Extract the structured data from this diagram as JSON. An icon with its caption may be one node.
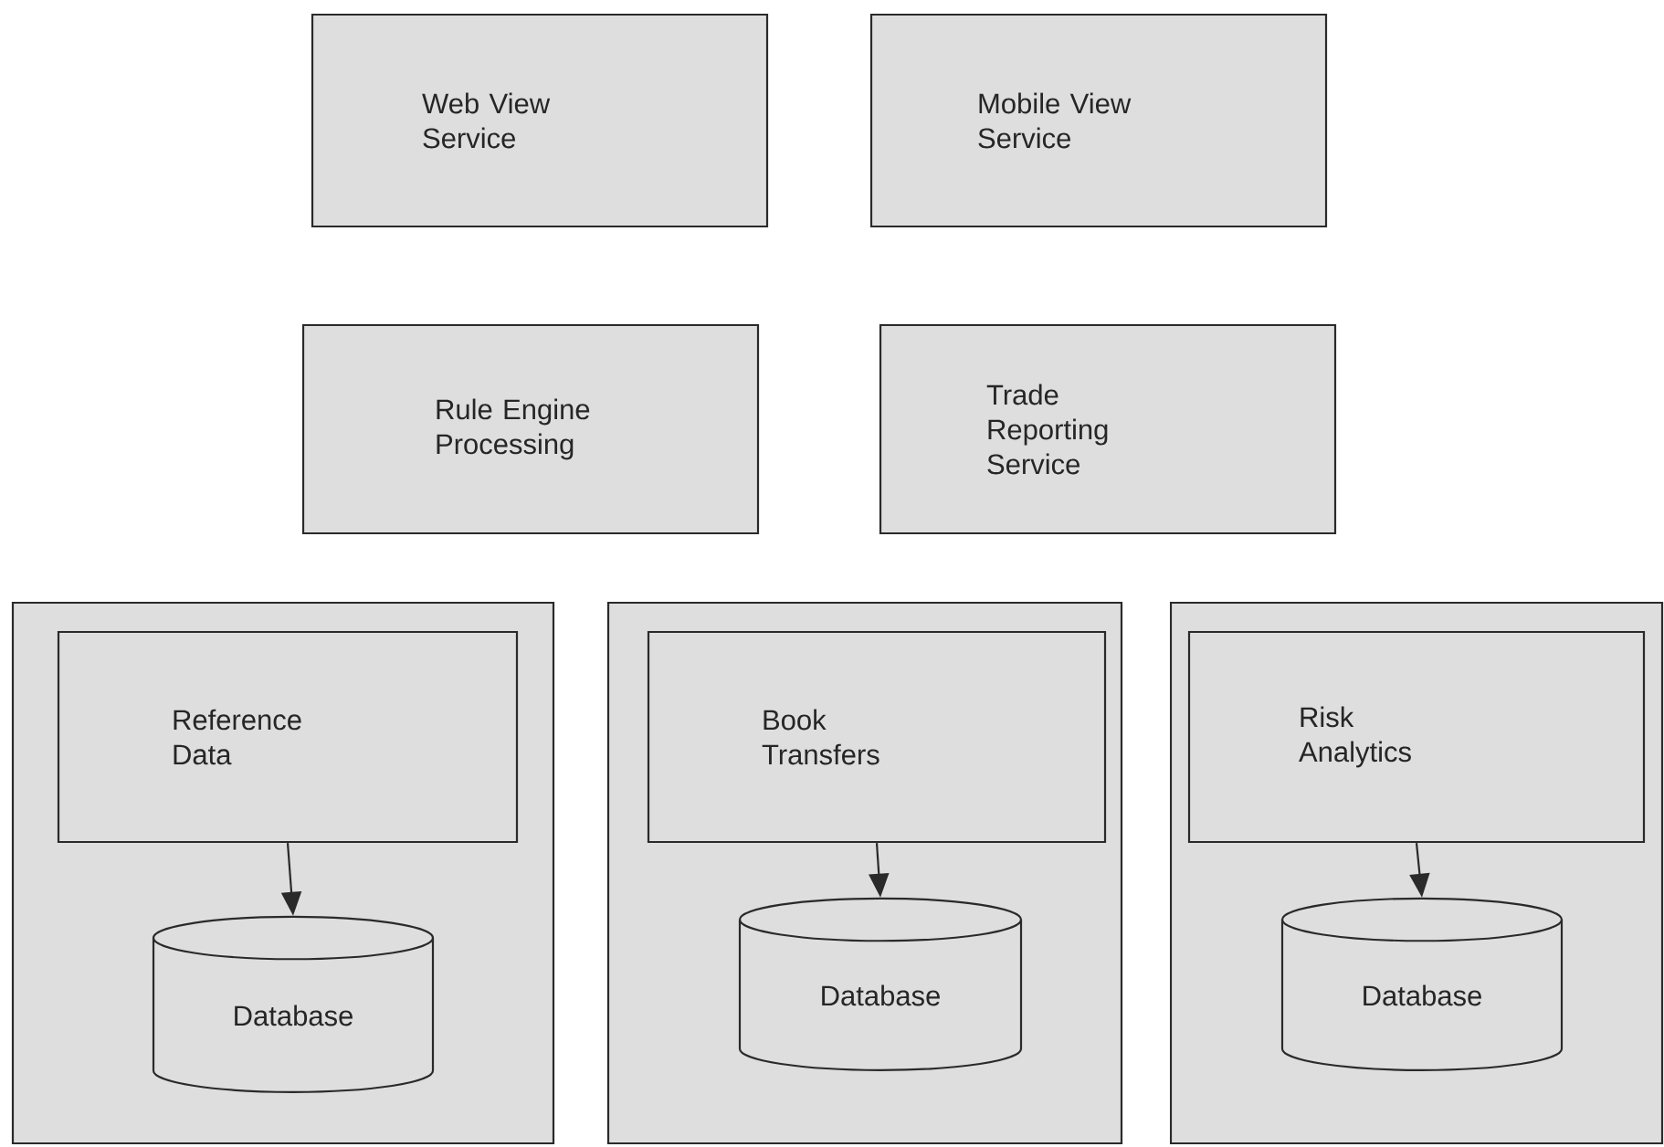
{
  "diagram": {
    "nodes": [
      {
        "text": [
          "Web View Service"
        ]
      },
      {
        "text": [
          "Mobile View Service"
        ]
      },
      {
        "text": [
          "Rule Engine Processing"
        ]
      },
      {
        "text": [
          "Trade Reporting Service"
        ]
      },
      {
        "text": [],
        "shape": "box"
      },
      {
        "text": [
          "Reference Data"
        ],
        "in": 4
      },
      {
        "text": [
          "Database"
        ],
        "in": 4
      },
      {
        "text": [],
        "shape": "box"
      },
      {
        "text": [
          "Book Transfers"
        ],
        "in": 7
      },
      {
        "text": [
          "Database"
        ],
        "in": 7
      },
      {
        "text": [],
        "shape": "box"
      },
      {
        "text": [
          "Risk Analytics"
        ],
        "in": 10
      },
      {
        "text": [
          "Database"
        ],
        "in": 10
      }
    ],
    "edges": [
      {
        "from": 5,
        "to": 6,
        "arrow": "to"
      },
      {
        "from": 8,
        "to": 9,
        "arrow": "to"
      },
      {
        "from": 11,
        "to": 12,
        "arrow": "to"
      }
    ]
  }
}
